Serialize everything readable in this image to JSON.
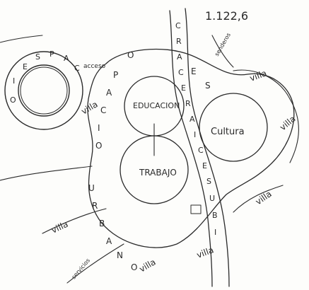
{
  "scale": "1.122,6",
  "zones": {
    "educacion": "EDUCACION",
    "cultura": "Cultura",
    "trabajo": "TRABAJO"
  },
  "villas": [
    "villa",
    "villa",
    "villa",
    "villa",
    "villa",
    "villa",
    "villa"
  ],
  "perimeter_letters": {
    "left_ring": [
      "E",
      "S",
      "P",
      "A",
      "C",
      "I",
      "O"
    ],
    "center_curve": [
      "O",
      "E",
      "S",
      "P",
      "A",
      "C",
      "I",
      "O",
      "U",
      "R",
      "B",
      "A",
      "N",
      "O"
    ],
    "river_band": [
      "C",
      "R",
      "A",
      "C",
      "E",
      "R",
      "A",
      "I",
      "C",
      "E",
      "S",
      "U",
      "B",
      "I"
    ]
  },
  "notes": [
    "acceso",
    "senderos",
    "servicios"
  ]
}
